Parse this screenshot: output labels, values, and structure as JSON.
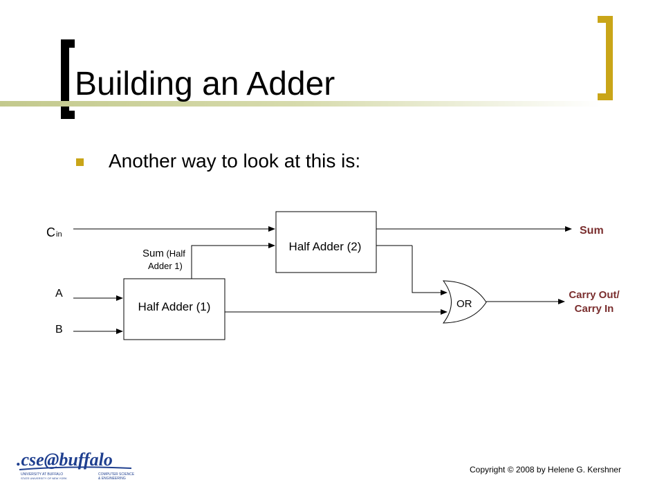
{
  "slide": {
    "title": "Building an Adder",
    "bullet": "Another way to look at this is:"
  },
  "diagram": {
    "cin_c": "C",
    "cin_sub": "in",
    "input_a": "A",
    "input_b": "B",
    "ha2_label": "Half Adder (2)",
    "ha1_label": "Half Adder (1)",
    "sum_half_line1_main": "Sum",
    "sum_half_line1_rest": " (Half",
    "sum_half_line2": "Adder 1)",
    "or_label": "OR",
    "out_sum": "Sum",
    "out_carry_line1": "Carry Out/",
    "out_carry_line2": "Carry In"
  },
  "footer": {
    "copyright": "Copyright © 2008 by Helene G. Kershner"
  },
  "logo": {
    "main": ".cse@buffalo",
    "left_line1": "UNIVERSITY AT BUFFALO",
    "left_line2": "STATE UNIVERSITY OF NEW YORK",
    "right_line1": "COMPUTER SCIENCE",
    "right_line2": "& ENGINEERING"
  },
  "colors": {
    "accent_gold": "#c9a518",
    "output_red": "#7a2e2e",
    "logo_blue": "#1f3f8f"
  }
}
